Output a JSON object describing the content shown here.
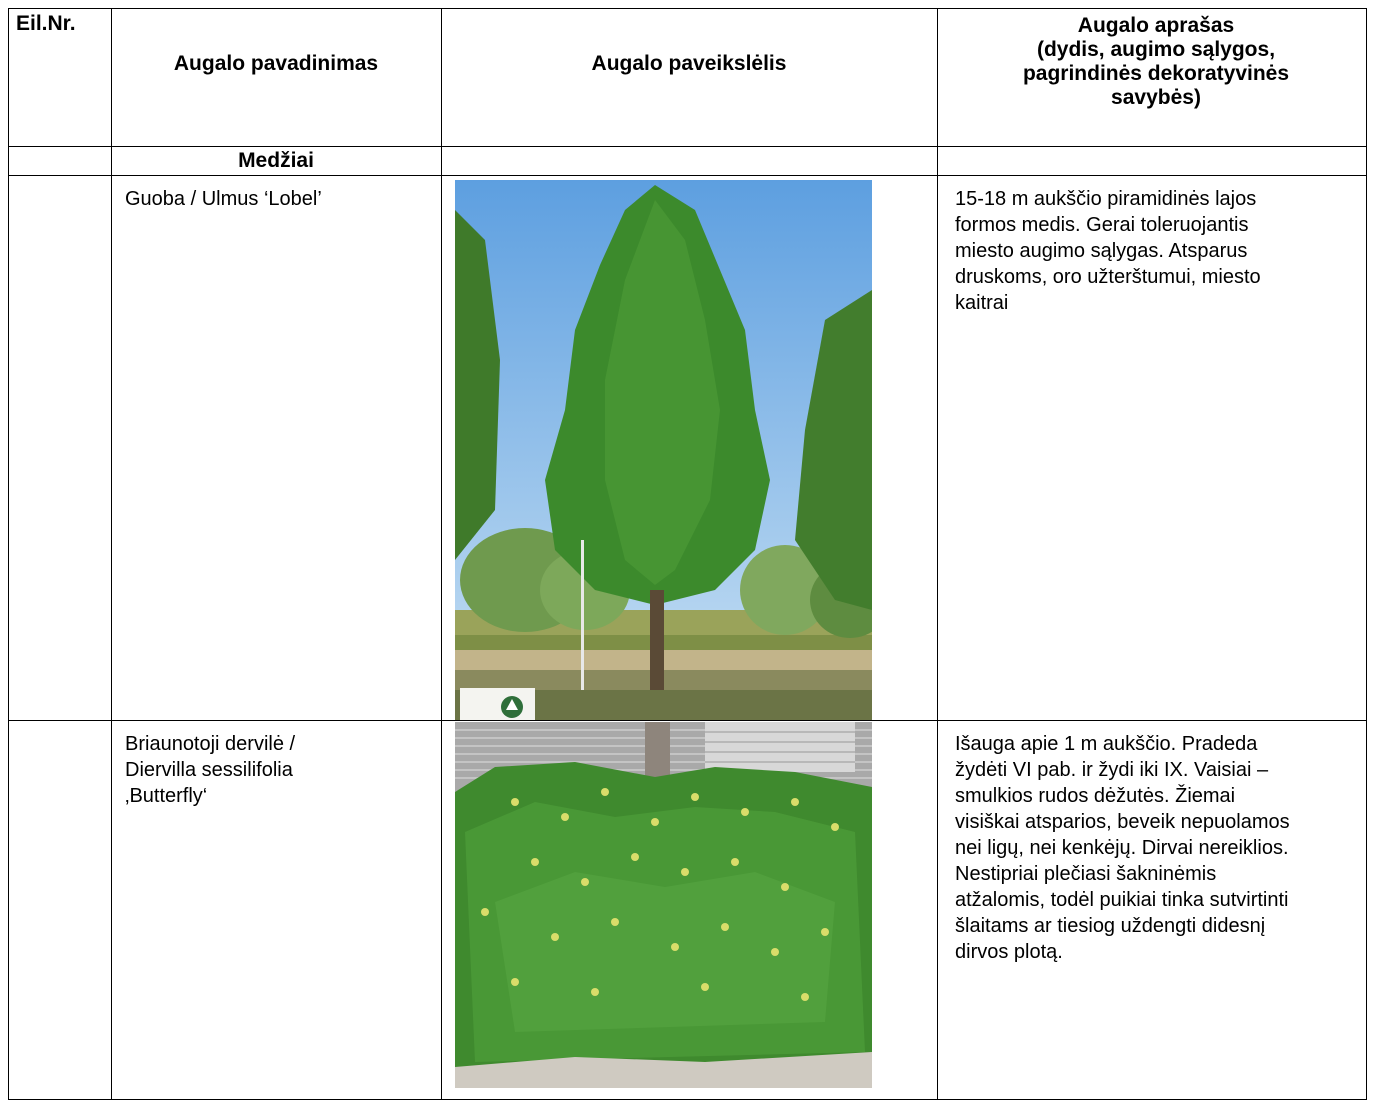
{
  "table": {
    "headers": {
      "col_no": "Eil.Nr.",
      "col_name": "Augalo pavadinimas",
      "col_image": "Augalo paveikslėlis",
      "col_desc_lines": [
        "Augalo aprašas",
        "(dydis, augimo sąlygos,",
        "pagrindinės dekoratyvinės",
        "savybės)"
      ]
    },
    "section_label": "Medžiai",
    "rows": [
      {
        "name_lines": [
          "Guoba / Ulmus ‘Lobel’"
        ],
        "description_lines": [
          "15-18 m aukščio piramidinės lajos",
          "formos medis. Gerai toleruojantis",
          "miesto augimo sąlygas. Atsparus",
          "druskoms, oro užterštumui, miesto",
          "kaitrai"
        ]
      },
      {
        "name_lines": [
          "Briaunotoji dervilė /",
          "Diervilla sessilifolia",
          "‚Butterfly‘"
        ],
        "description_lines": [
          "Išauga apie 1 m aukščio. Pradeda",
          "žydėti VI pab. ir žydi iki IX. Vaisiai –",
          "smulkios rudos dėžutės. Žiemai",
          "visiškai atsparios, beveik nepuolamos",
          "nei ligų, nei kenkėjų. Dirvai nereiklios.",
          "Nestipriai plečiasi šakninėmis",
          "atžalomis, todėl puikiai tinka sutvirtinti",
          "šlaitams ar tiesiog uždengti didesnį",
          "dirvos plotą."
        ]
      }
    ]
  },
  "colors": {
    "sky": "#7fb6e6",
    "foliage": "#3c8a2c",
    "fence": "#a9a9a9"
  }
}
